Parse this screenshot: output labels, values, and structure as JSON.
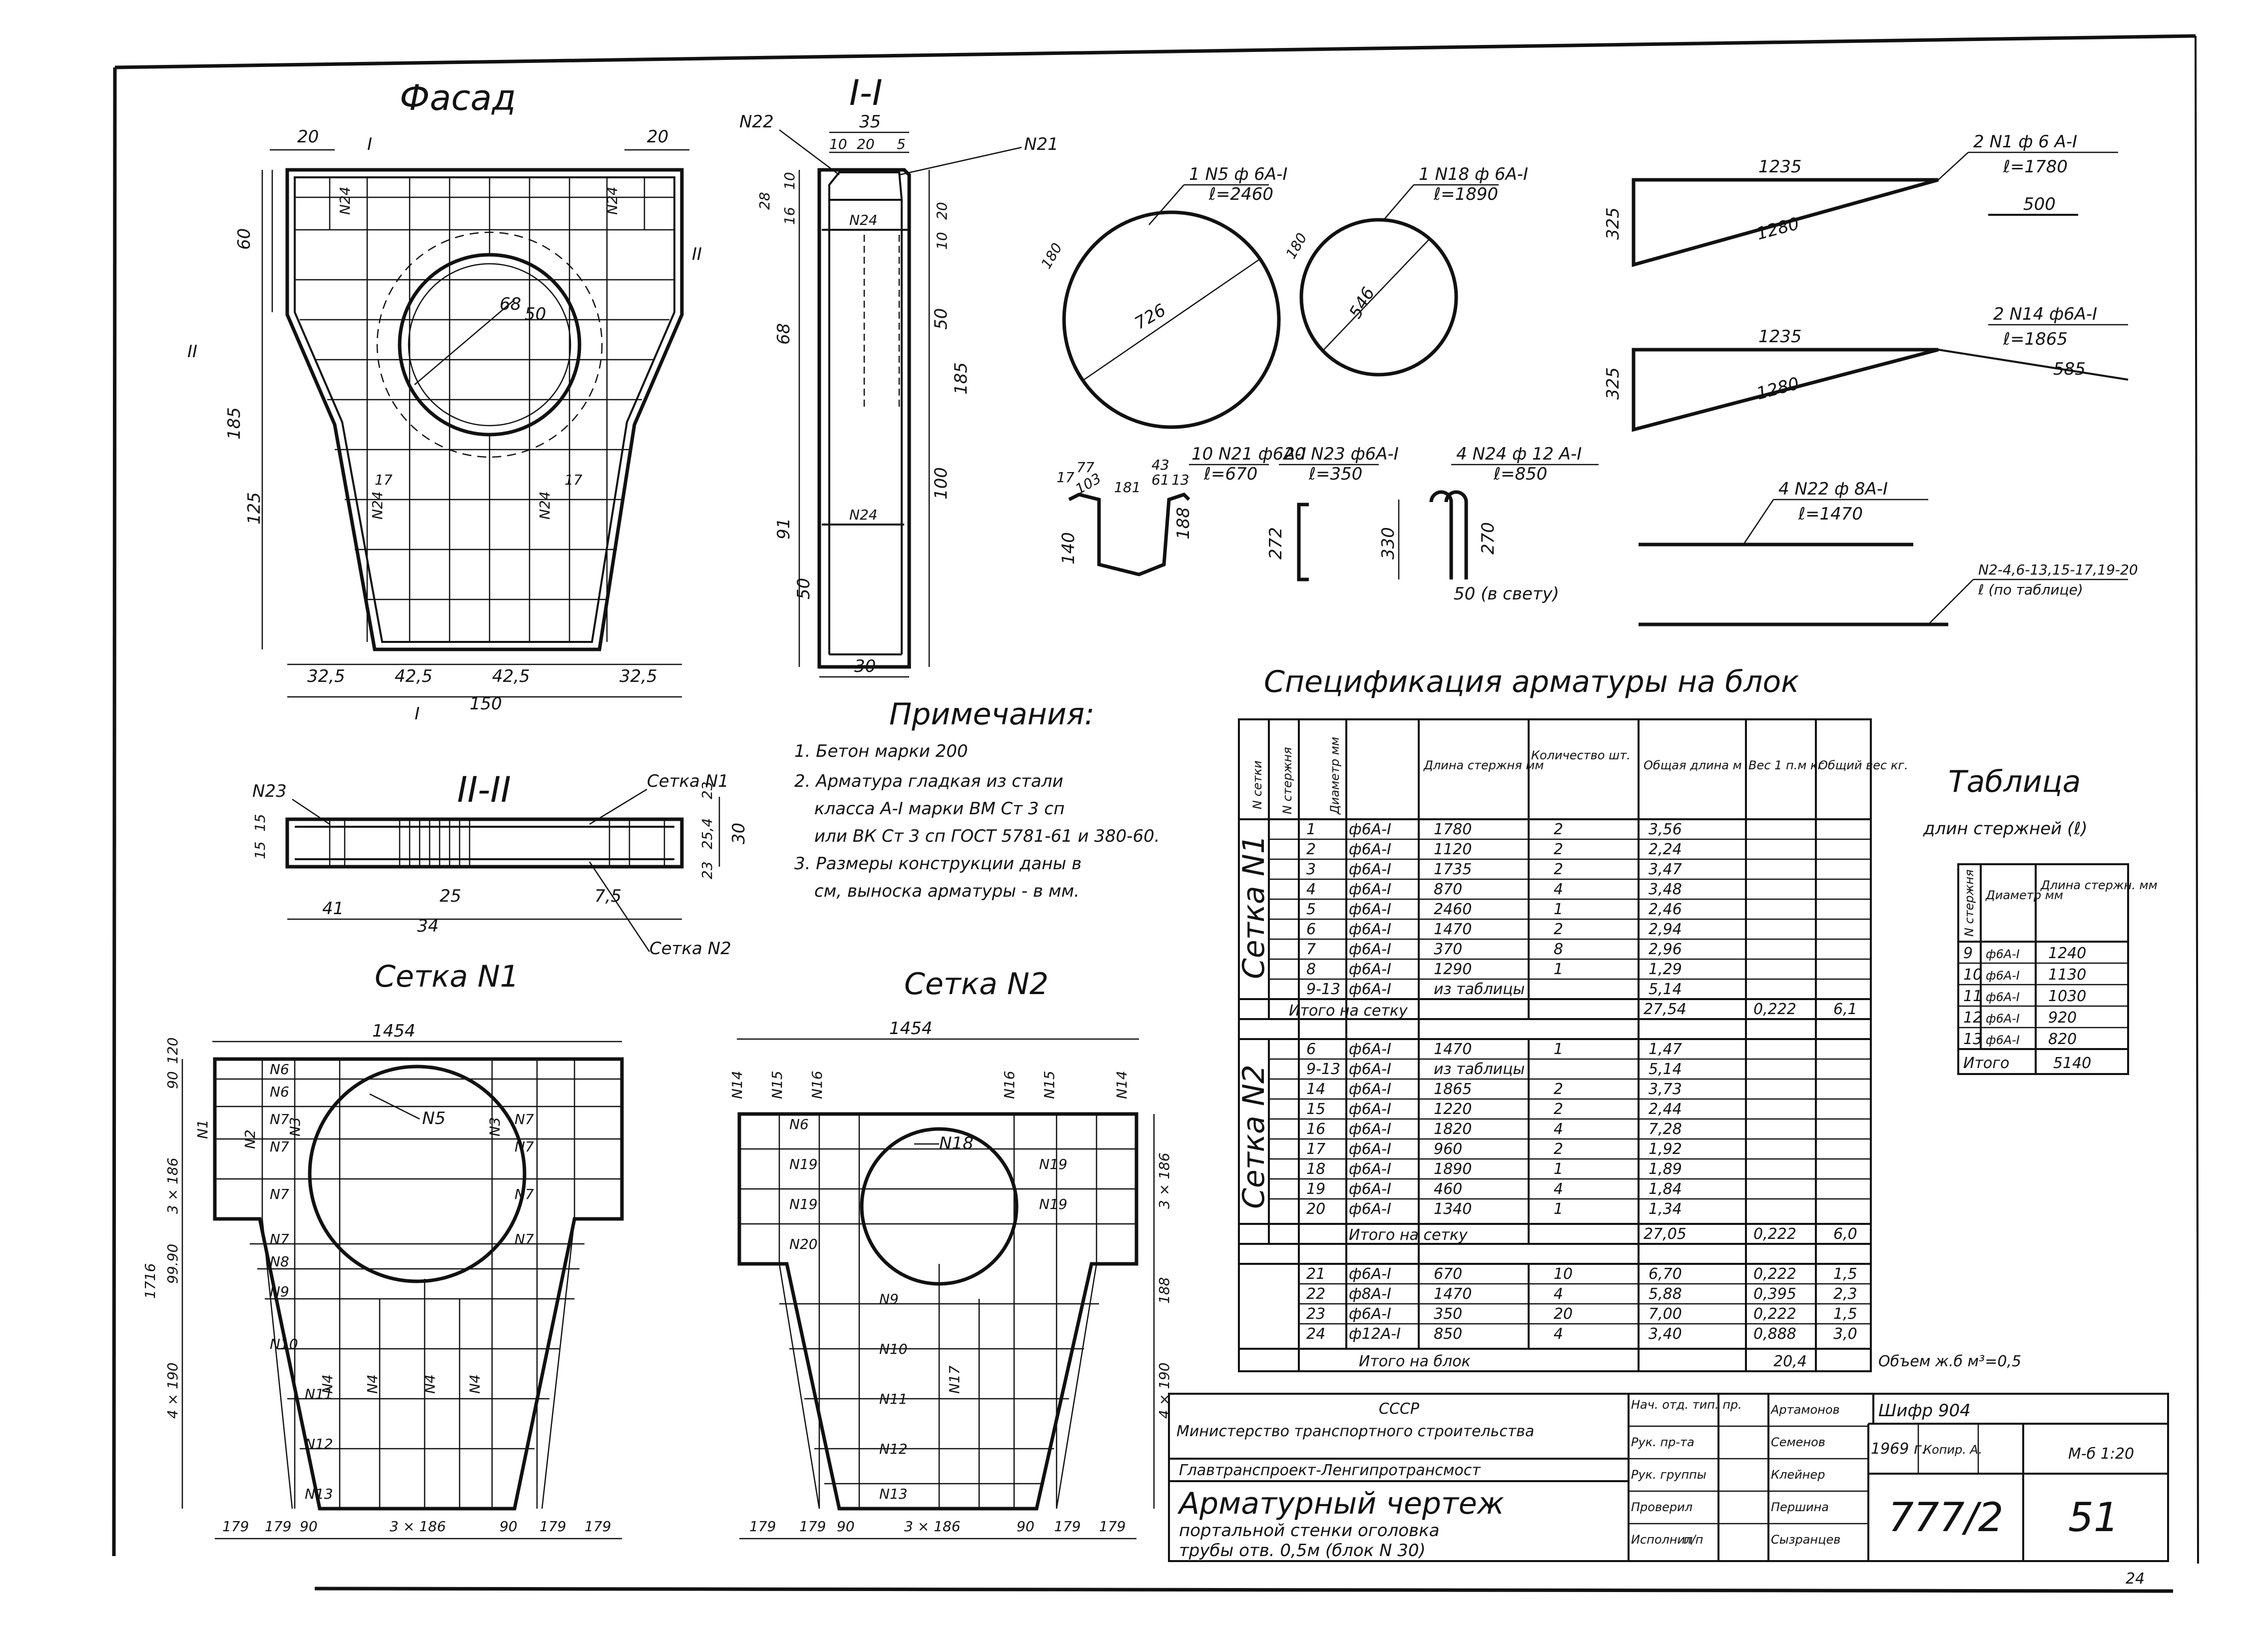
{
  "views": {
    "facade": {
      "title": "Фасад",
      "cut_I": "I",
      "cut_II": "II",
      "dims": [
        "20",
        "20",
        "60",
        "185",
        "125",
        "32,5",
        "42,5",
        "42,5",
        "32,5",
        "150",
        "68",
        "50",
        "17",
        "17"
      ],
      "callouts": [
        "N24",
        "N24",
        "N24",
        "N24"
      ]
    },
    "section_1": {
      "title": "I-I",
      "dims": [
        "35",
        "10",
        "20",
        "5",
        "28",
        "16",
        "10",
        "20",
        "10",
        "68",
        "50",
        "185",
        "91",
        "100",
        "50",
        "30"
      ],
      "callouts": [
        "N22",
        "N21",
        "N24",
        "N24"
      ]
    },
    "section_2": {
      "title": "II-II",
      "dims": [
        "15",
        "15",
        "25",
        "34",
        "41",
        "7,5",
        "23",
        "25,4",
        "30",
        "23"
      ],
      "callouts": [
        "N23",
        "Сетка N1",
        "Сетка N2"
      ]
    },
    "mesh_1": {
      "title": "Сетка N1",
      "top_dim": "1454",
      "dims": [
        "90",
        "120",
        "3 × 186",
        "99.90",
        "4 × 190",
        "1716",
        "179",
        "179",
        "90",
        "3 × 186",
        "90",
        "179",
        "179"
      ],
      "labels": [
        "N6",
        "N6",
        "N7",
        "N7",
        "N3",
        "N3",
        "N2",
        "N7",
        "N7",
        "N7",
        "N7",
        "N7",
        "N7",
        "N1",
        "N5",
        "N8",
        "N9",
        "N10",
        "N4",
        "N4",
        "N4",
        "N4",
        "N11",
        "N12",
        "N13"
      ]
    },
    "mesh_2": {
      "title": "Сетка N2",
      "top_dim": "1454",
      "dims": [
        "3 × 186",
        "188",
        "4 × 190",
        "179",
        "179",
        "90",
        "3 × 186",
        "90",
        "179",
        "179"
      ],
      "labels": [
        "N14",
        "N15",
        "N16",
        "N16",
        "N15",
        "N14",
        "N6",
        "N19",
        "N19",
        "N19",
        "N19",
        "N20",
        "N18",
        "N9",
        "N10",
        "N11",
        "N17",
        "N12",
        "N13"
      ]
    }
  },
  "rebar_details": [
    {
      "callout": "1 N5 ф 6A-I",
      "length": "ℓ=2460",
      "dims": [
        "180",
        "726"
      ]
    },
    {
      "callout": "1 N18 ф 6A-I",
      "length": "ℓ=1890",
      "dims": [
        "180",
        "546"
      ]
    },
    {
      "callout": "2 N1 ф 6 A-I",
      "length": "ℓ=1780",
      "dims": [
        "1235",
        "1280",
        "325",
        "500"
      ]
    },
    {
      "callout": "2 N14 ф6A-I",
      "length": "ℓ=1865",
      "dims": [
        "1235",
        "1280",
        "325",
        "585"
      ]
    },
    {
      "callout": "4 N22 ф 8A-I",
      "length": "ℓ=1470",
      "dims": []
    },
    {
      "callout": "N2-4,6-13,15-17,19-20",
      "length": "ℓ (по таблице)",
      "dims": []
    },
    {
      "callout": "10 N21 ф6A-I",
      "length": "ℓ=670",
      "dims": [
        "77",
        "17",
        "103",
        "181",
        "43",
        "61",
        "13",
        "140",
        "188"
      ]
    },
    {
      "callout": "20 N23 ф6A-I",
      "length": "ℓ=350",
      "dims": [
        "272"
      ]
    },
    {
      "callout": "4 N24 ф 12 A-I",
      "length": "ℓ=850",
      "dims": [
        "330",
        "270",
        "50 (в свету)"
      ]
    }
  ],
  "notes": {
    "title": "Примечания:",
    "lines": [
      "1. Бетон марки 200",
      "2. Арматура гладкая из стали",
      "класса А-I марки ВМ Ст 3 сп",
      "или ВК Ст 3 сп ГОСТ 5781-61 и 380-60.",
      "3. Размеры конструкции даны в",
      "см, выноска арматуры - в мм."
    ]
  },
  "spec": {
    "title": "Спецификация арматуры на блок",
    "headers": [
      "N сетки",
      "N стержня",
      "Диаметр мм",
      "Длина стержня мм",
      "Количество шт.",
      "Общая длина м",
      "Вес 1 п.м кг",
      "Общий вес кг."
    ],
    "group1_label": "Сетка N1",
    "group1_rows": [
      [
        "1",
        "ф6A-I",
        "1780",
        "2",
        "3,56"
      ],
      [
        "2",
        "ф6A-I",
        "1120",
        "2",
        "2,24"
      ],
      [
        "3",
        "ф6A-I",
        "1735",
        "2",
        "3,47"
      ],
      [
        "4",
        "ф6A-I",
        "870",
        "4",
        "3,48"
      ],
      [
        "5",
        "ф6A-I",
        "2460",
        "1",
        "2,46"
      ],
      [
        "6",
        "ф6A-I",
        "1470",
        "2",
        "2,94"
      ],
      [
        "7",
        "ф6A-I",
        "370",
        "8",
        "2,96"
      ],
      [
        "8",
        "ф6A-I",
        "1290",
        "1",
        "1,29"
      ],
      [
        "9-13",
        "ф6A-I",
        "из таблицы",
        "",
        "5,14"
      ]
    ],
    "group1_total": {
      "label": "Итого на сетку",
      "length": "27,54",
      "unit": "0,222",
      "weight": "6,1"
    },
    "group2_label": "Сетка N2",
    "group2_rows": [
      [
        "6",
        "ф6A-I",
        "1470",
        "1",
        "1,47"
      ],
      [
        "9-13",
        "ф6A-I",
        "из таблицы",
        "",
        "5,14"
      ],
      [
        "14",
        "ф6A-I",
        "1865",
        "2",
        "3,73"
      ],
      [
        "15",
        "ф6A-I",
        "1220",
        "2",
        "2,44"
      ],
      [
        "16",
        "ф6A-I",
        "1820",
        "4",
        "7,28"
      ],
      [
        "17",
        "ф6A-I",
        "960",
        "2",
        "1,92"
      ],
      [
        "18",
        "ф6A-I",
        "1890",
        "1",
        "1,89"
      ],
      [
        "19",
        "ф6A-I",
        "460",
        "4",
        "1,84"
      ],
      [
        "20",
        "ф6A-I",
        "1340",
        "1",
        "1,34"
      ]
    ],
    "group2_total": {
      "label": "Итого на сетку",
      "length": "27,05",
      "unit": "0,222",
      "weight": "6,0"
    },
    "loose_rows": [
      [
        "21",
        "ф6A-I",
        "670",
        "10",
        "6,70",
        "0,222",
        "1,5"
      ],
      [
        "22",
        "ф8A-I",
        "1470",
        "4",
        "5,88",
        "0,395",
        "2,3"
      ],
      [
        "23",
        "ф6A-I",
        "350",
        "20",
        "7,00",
        "0,222",
        "1,5"
      ],
      [
        "24",
        "ф12A-I",
        "850",
        "4",
        "3,40",
        "0,888",
        "3,0"
      ]
    ],
    "grand_total": {
      "label": "Итого на блок",
      "weight": "20,4"
    },
    "volume": "Объем ж.б м³=0,5"
  },
  "lengths_table": {
    "title": "Таблица",
    "subtitle": "длин стержней (ℓ)",
    "headers": [
      "N стержня",
      "Диаметр мм",
      "Длина стержн. мм"
    ],
    "rows": [
      [
        "9",
        "ф6A-I",
        "1240"
      ],
      [
        "10",
        "ф6A-I",
        "1130"
      ],
      [
        "11",
        "ф6A-I",
        "1030"
      ],
      [
        "12",
        "ф6A-I",
        "920"
      ],
      [
        "13",
        "ф6A-I",
        "820"
      ]
    ],
    "total_label": "Итого",
    "total_value": "5140"
  },
  "title_block": {
    "org1": "СССР",
    "org2": "Министерство транспортного строительства",
    "org3": "Главтранспроект-Ленгипротрансмост",
    "drawing_title": [
      "Арматурный чертеж",
      "портальной стенки оголовка",
      "трубы отв. 0,5м (блок N 30)"
    ],
    "roles": [
      "Нач. отд. тип. пр.",
      "Рук. пр-та",
      "Рук. группы",
      "Проверил",
      "Исполнил"
    ],
    "names": [
      "Артамонов",
      "Семенов",
      "Клейнер",
      "Першина",
      "Сызранцев"
    ],
    "cipher": "Шифр 904",
    "year": "1969 г.",
    "copy": "Копир. A.",
    "scale": "М-б 1:20",
    "sheet_no": "777/2",
    "page": "51",
    "pp": "п/п"
  },
  "corner_mark": "24"
}
